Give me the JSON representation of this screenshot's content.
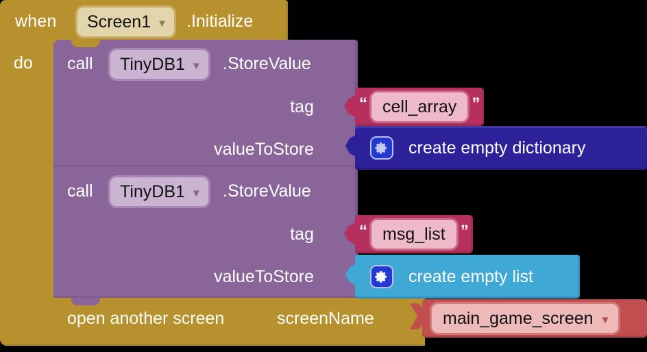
{
  "workspace": {
    "name": "app-inventor-blocks-canvas",
    "background": "#000000"
  },
  "event_block": {
    "when_label": "when",
    "component_value": "Screen1",
    "event_suffix": ".Initialize",
    "do_label": "do",
    "color": "#b8912f",
    "field_color": "#e2d5ac",
    "caret": "▼"
  },
  "call_blocks": [
    {
      "call_label": "call",
      "component_value": "TinyDB1",
      "method_suffix": ".StoreValue",
      "color": "#8a6599",
      "field_color": "#cbb4d2",
      "caret": "▼",
      "sockets": [
        {
          "label": "tag"
        },
        {
          "label": "valueToStore"
        }
      ]
    },
    {
      "call_label": "call",
      "component_value": "TinyDB1",
      "method_suffix": ".StoreValue",
      "color": "#8a6599",
      "field_color": "#cbb4d2",
      "caret": "▼",
      "sockets": [
        {
          "label": "tag"
        },
        {
          "label": "valueToStore"
        }
      ]
    }
  ],
  "text_blocks": [
    {
      "open_quote": "“",
      "value": "cell_array",
      "close_quote": "”",
      "color": "#b5305f",
      "field_color": "#eeb9c9"
    },
    {
      "open_quote": "“",
      "value": "msg_list",
      "close_quote": "”",
      "color": "#b5305f",
      "field_color": "#eeb9c9"
    }
  ],
  "dictionary_block": {
    "label": "create empty dictionary",
    "color": "#2d2199",
    "mutator_icon": "gear-icon"
  },
  "list_block": {
    "label": "create empty list",
    "color": "#3fa8d4",
    "mutator_icon": "gear-icon"
  },
  "open_screen_block": {
    "label": "open another screen",
    "socket_label": "screenName",
    "color": "#b8912f"
  },
  "screen_value_block": {
    "value": "main_game_screen",
    "color": "#c14f4f",
    "field_color": "#eeb9b9",
    "caret": "▼"
  }
}
